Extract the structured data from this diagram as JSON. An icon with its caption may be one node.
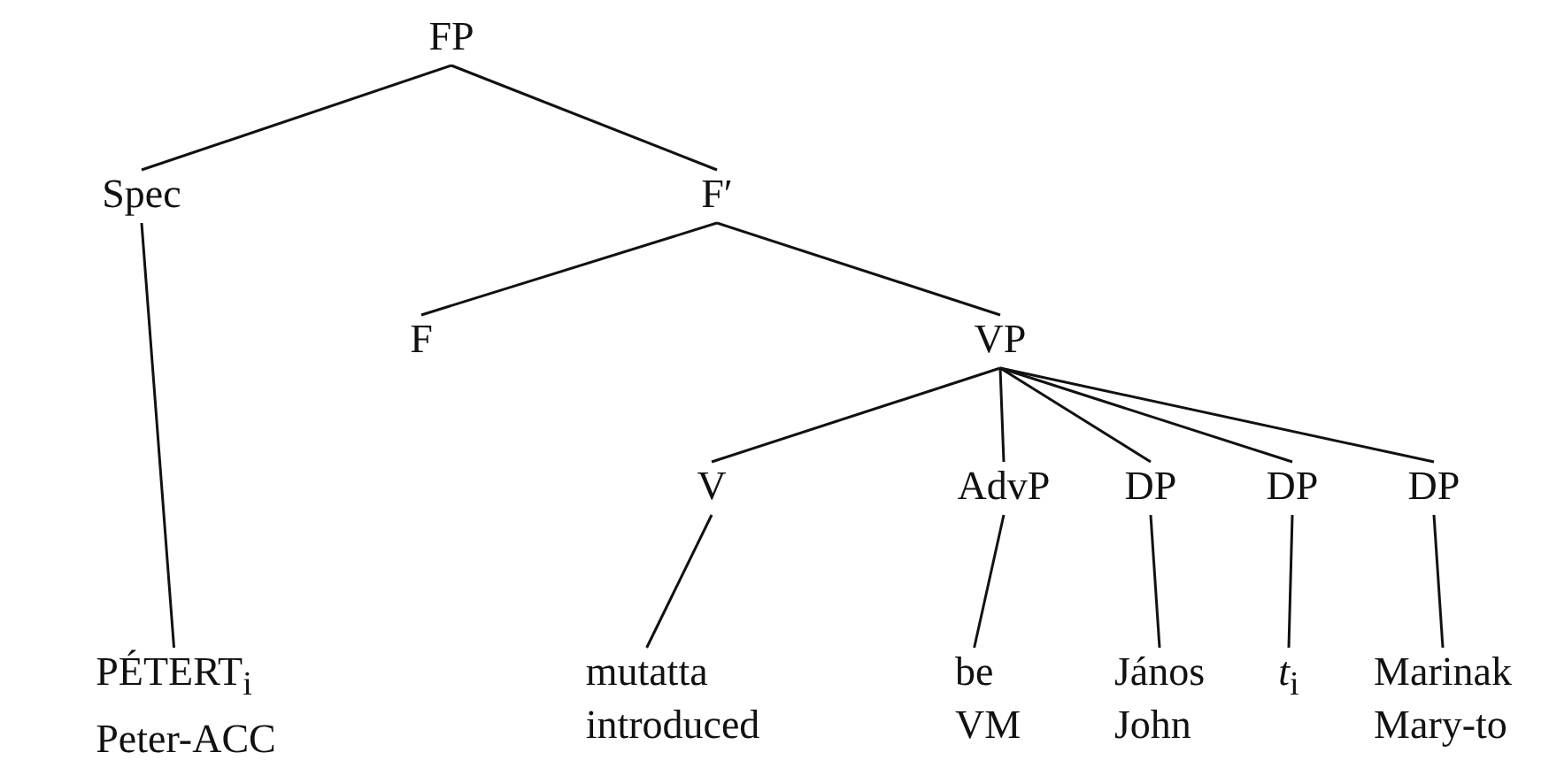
{
  "diagram": {
    "nodes": [
      {
        "text": [
          "FP"
        ]
      },
      {
        "text": [
          "Spec"
        ]
      },
      {
        "text": [
          "F′"
        ]
      },
      {
        "text": [
          "F"
        ]
      },
      {
        "text": [
          "VP"
        ]
      },
      {
        "text": [
          "V"
        ]
      },
      {
        "text": [
          "AdvP"
        ]
      },
      {
        "text": [
          "DP"
        ]
      },
      {
        "text": [
          "DP"
        ]
      },
      {
        "text": [
          "DP"
        ]
      },
      {
        "text": [
          "PÉTERT$_{i}$",
          "Peter-ACC"
        ]
      },
      {
        "text": [
          "mutatta",
          "introduced"
        ]
      },
      {
        "text": [
          "be",
          "VM"
        ]
      },
      {
        "text": [
          "János",
          "John"
        ]
      },
      {
        "text": [
          "*t*$_{i}$"
        ]
      },
      {
        "text": [
          "Marinak",
          "Mary-to"
        ]
      }
    ],
    "edges": [
      {
        "from": 0,
        "to": 1,
        "arrow": "none"
      },
      {
        "from": 0,
        "to": 2,
        "arrow": "none"
      },
      {
        "from": 1,
        "to": 10,
        "arrow": "none"
      },
      {
        "from": 2,
        "to": 3,
        "arrow": "none"
      },
      {
        "from": 2,
        "to": 4,
        "arrow": "none"
      },
      {
        "from": 4,
        "to": 5,
        "arrow": "none"
      },
      {
        "from": 4,
        "to": 6,
        "arrow": "none"
      },
      {
        "from": 4,
        "to": 7,
        "arrow": "none"
      },
      {
        "from": 4,
        "to": 8,
        "arrow": "none"
      },
      {
        "from": 4,
        "to": 9,
        "arrow": "none"
      },
      {
        "from": 5,
        "to": 11,
        "arrow": "none"
      },
      {
        "from": 6,
        "to": 12,
        "arrow": "none"
      },
      {
        "from": 7,
        "to": 13,
        "arrow": "none"
      },
      {
        "from": 8,
        "to": 14,
        "arrow": "none"
      },
      {
        "from": 9,
        "to": 15,
        "arrow": "none"
      }
    ]
  }
}
